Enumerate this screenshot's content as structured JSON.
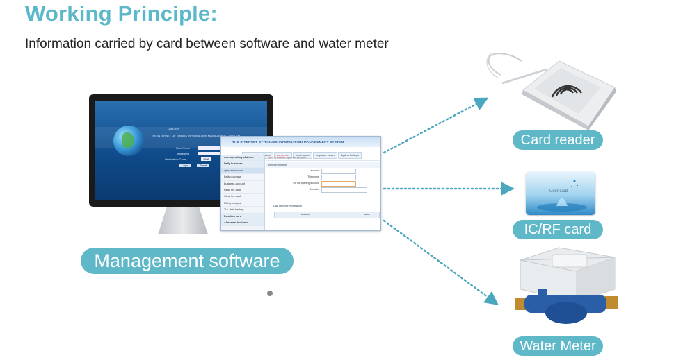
{
  "heading": {
    "title": "Working Principle:",
    "subtitle": "Information carried by card between software and water meter"
  },
  "labels": {
    "management_software": "Management software",
    "card_reader": "Card reader",
    "ic_rf_card": "IC/RF card",
    "water_meter": "Water Meter"
  },
  "monitor_screen": {
    "header": "User.com",
    "system_name": "THE INTERNET OF THINGS INFORMATION MANAGEMENT SYSTEM",
    "field_user": "User Name",
    "field_password": "password",
    "field_code": "Verification Code",
    "code_value": "2080",
    "button_login": "Login",
    "button_reset": "Reset"
  },
  "software_window": {
    "title": "THE INTERNET OF THINGS INFORMATION MANAGEMENT SYSTEM",
    "tabs": [
      "user operating platform",
      "user center",
      "report center",
      "employee center",
      "System Settings"
    ],
    "sidebar": [
      "user operating platform",
      "Daily business",
      "open an account",
      "Daily purchase",
      "Business account",
      "Read the card",
      "Clear the card",
      "Filling receipts",
      "The data backup",
      "Function card",
      "Abnormal business"
    ],
    "location_prefix": "current location",
    "location_value": "open an account",
    "section_user_info": "user information",
    "fields": [
      "account",
      "Telephone",
      "the for opening account",
      "Remarks"
    ],
    "section_day_info": "Day opening information",
    "table_headers": [
      "account",
      "name"
    ]
  },
  "ic_card_text": "User card",
  "colors": {
    "accent": "#5fb8c8",
    "title": "#5bb8c9",
    "arrow": "#4aa7bf"
  },
  "icons": [
    "globe-icon",
    "card-reader-icon",
    "ic-card-icon",
    "water-meter-icon",
    "arrow-icon"
  ]
}
